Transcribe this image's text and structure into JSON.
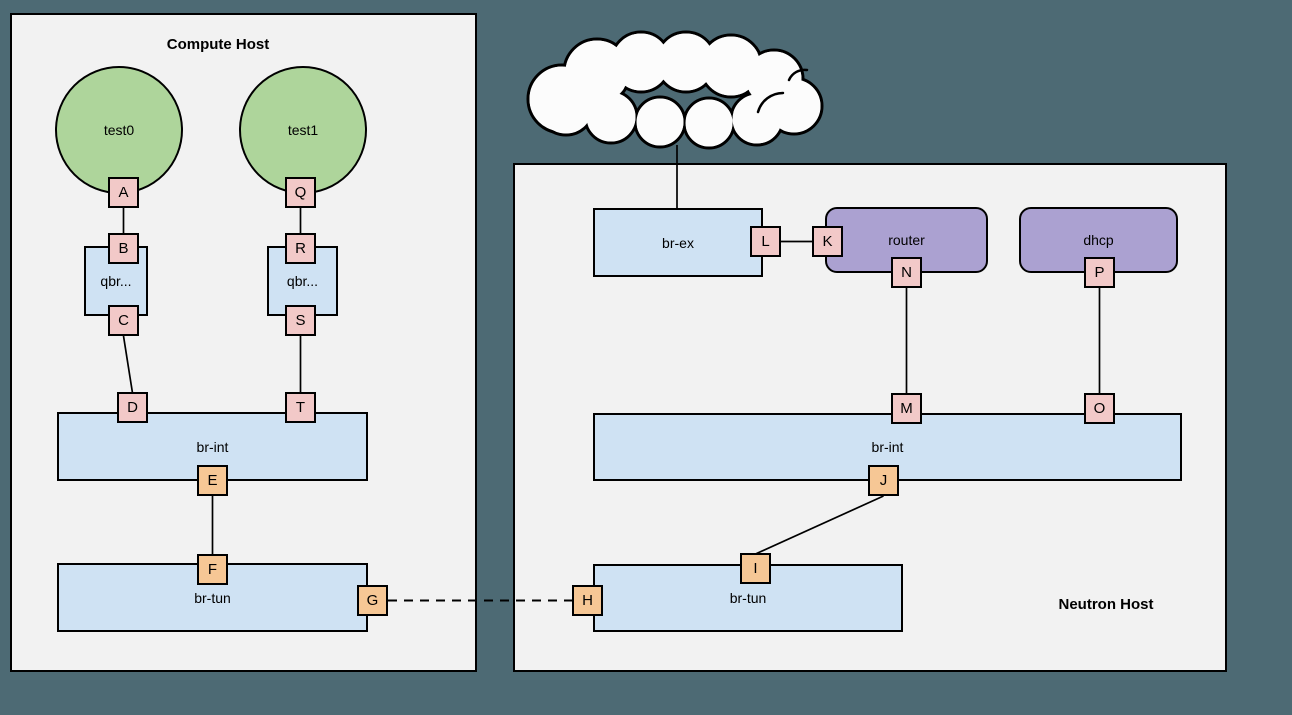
{
  "diagram": {
    "compute_host": {
      "title": "Compute Host",
      "vm1": "test0",
      "vm2": "test1",
      "qbr1": "qbr...",
      "qbr2": "qbr...",
      "br_int": "br-int",
      "br_tun": "br-tun"
    },
    "neutron_host": {
      "title": "Neutron Host",
      "br_ex": "br-ex",
      "router": "router",
      "dhcp": "dhcp",
      "br_int": "br-int",
      "br_tun": "br-tun"
    },
    "ports": {
      "A": "A",
      "B": "B",
      "C": "C",
      "D": "D",
      "E": "E",
      "F": "F",
      "G": "G",
      "H": "H",
      "I": "I",
      "J": "J",
      "K": "K",
      "L": "L",
      "M": "M",
      "N": "N",
      "O": "O",
      "P": "P",
      "Q": "Q",
      "R": "R",
      "S": "S",
      "T": "T"
    }
  },
  "colors": {
    "background": "#4d6a74",
    "host_fill": "#f2f2f2",
    "bridge_fill": "#cfe2f3",
    "vm_fill": "#aed59b",
    "service_fill": "#aba1d1",
    "port_pink": "#f2c9c8",
    "port_orange": "#f6c795",
    "cloud_fill": "#fcfcfc",
    "line": "#000000"
  }
}
